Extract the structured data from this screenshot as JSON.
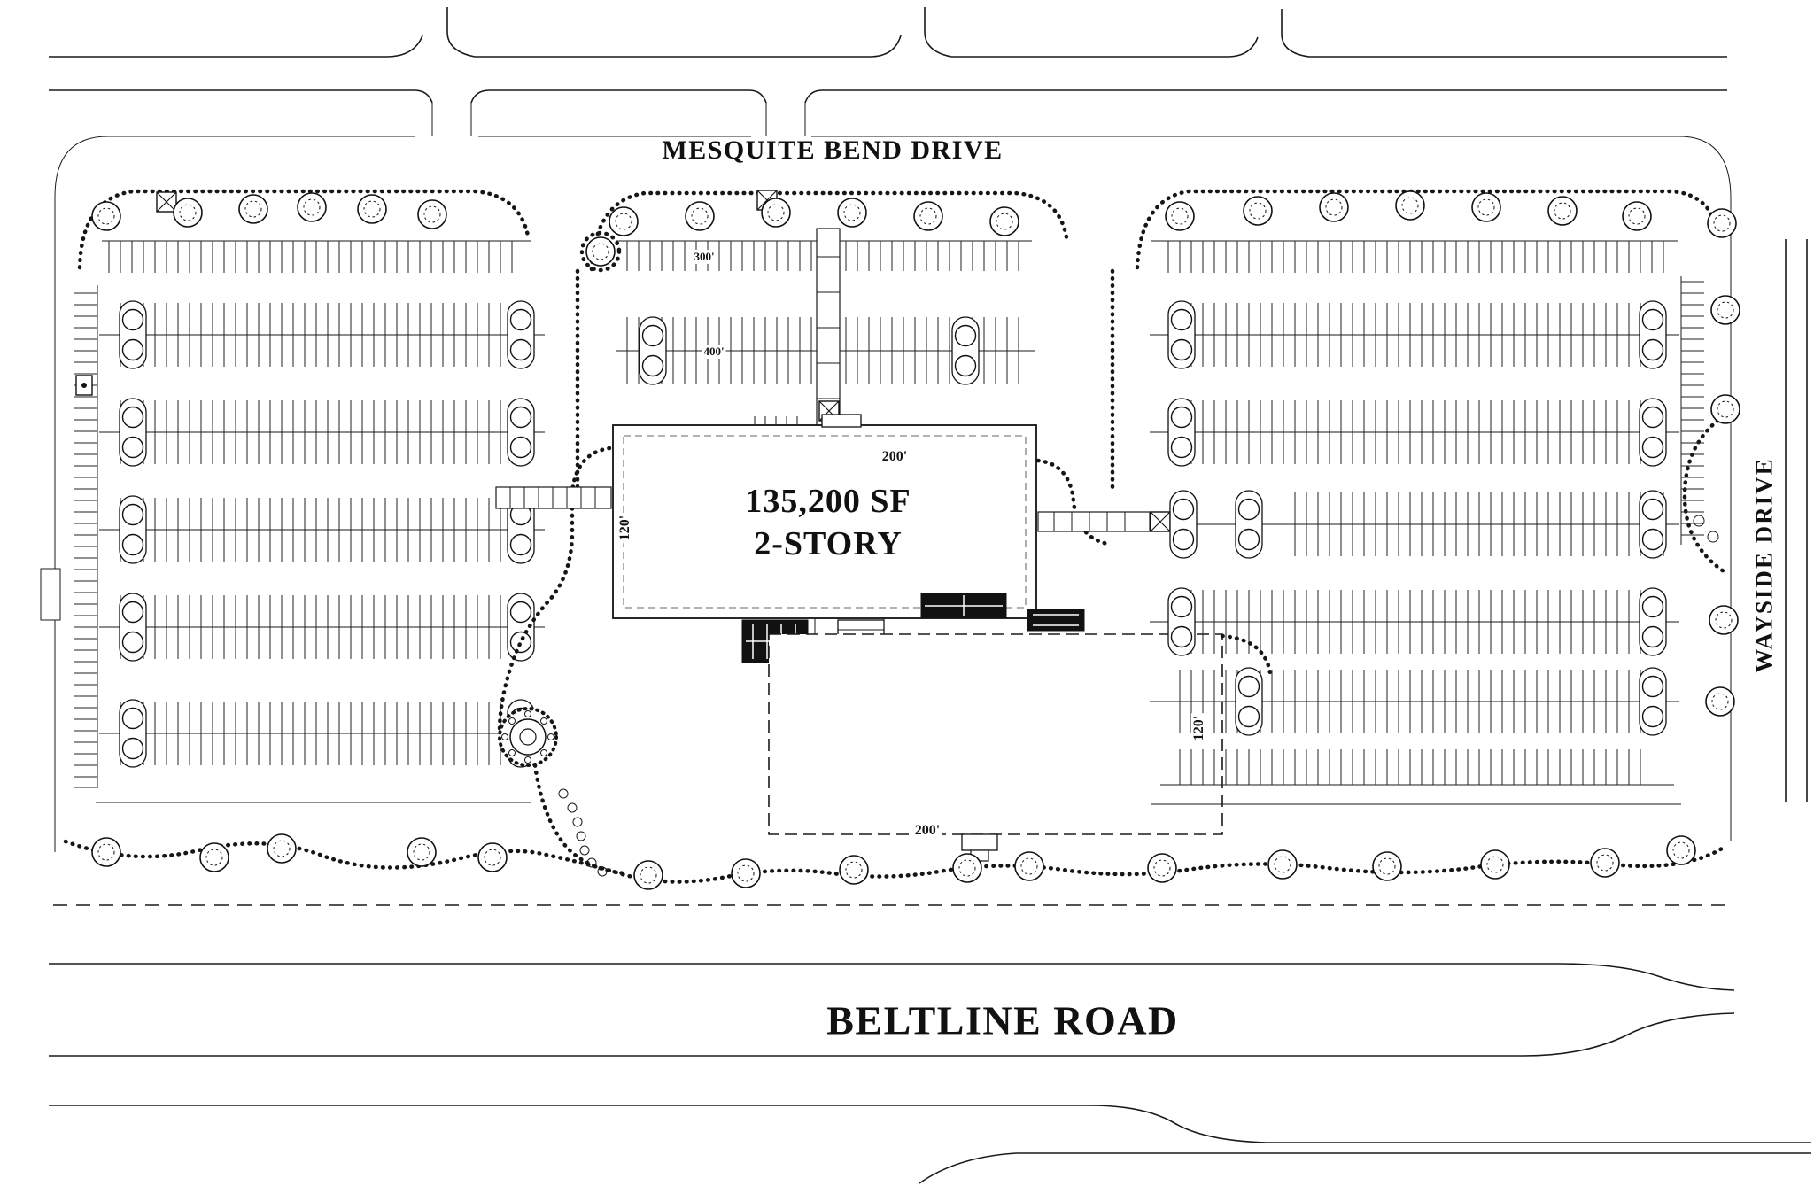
{
  "streets": {
    "top": "MESQUITE BEND DRIVE",
    "bottom": "BELTLINE ROAD",
    "right": "WAYSIDE DRIVE"
  },
  "building": {
    "area": "135,200 SF",
    "stories": "2-STORY"
  },
  "dimensions": {
    "upper_building_width": "200'",
    "upper_building_depth": "120'",
    "lower_building_width": "200'",
    "lower_building_depth": "120'",
    "north_bay_length": "300'",
    "mid_bay_length": "400'"
  }
}
